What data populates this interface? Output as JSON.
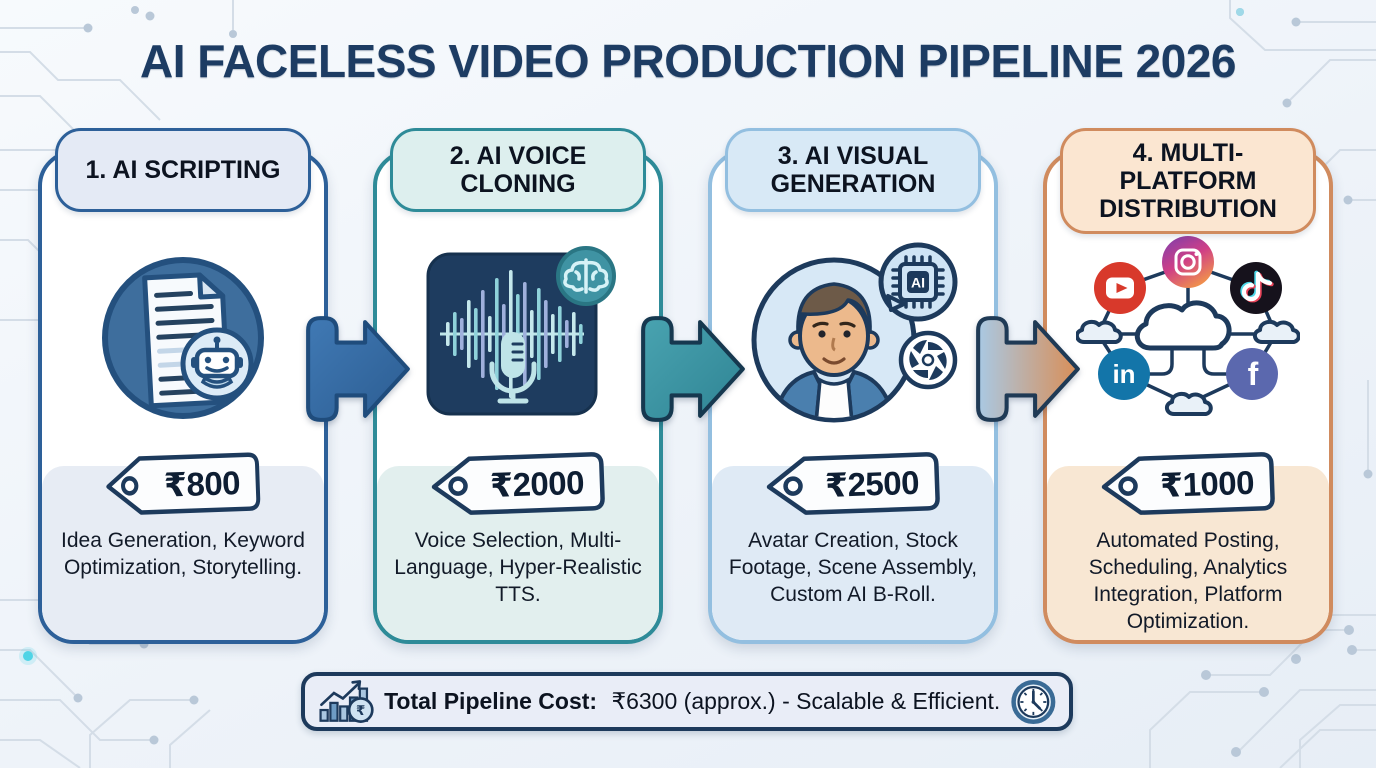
{
  "title": "AI FACELESS VIDEO PRODUCTION PIPELINE 2026",
  "stages": [
    {
      "header": "1. AI SCRIPTING",
      "price": "₹800",
      "description": "Idea Generation, Keyword Optimization, Storytelling.",
      "icon": "document-robot-icon",
      "accent_color": "#2d6099",
      "header_fill": "#e4eaf5",
      "panel_fill": "#e7ecf4"
    },
    {
      "header": "2. AI VOICE CLONING",
      "price": "₹2000",
      "description": "Voice Selection, Multi-Language, Hyper-Realistic TTS.",
      "icon": "voice-waveform-mic-icon",
      "accent_color": "#2e8b98",
      "header_fill": "#ddefee",
      "panel_fill": "#e2efee"
    },
    {
      "header": "3. AI VISUAL GENERATION",
      "price": "₹2500",
      "description": "Avatar Creation, Stock Footage, Scene Assembly, Custom AI B-Roll.",
      "icon": "ai-avatar-icon",
      "accent_color": "#93bfe0",
      "header_fill": "#d8e9f6",
      "panel_fill": "#dfeaf5"
    },
    {
      "header": "4. MULTI-PLATFORM DISTRIBUTION",
      "price": "₹1000",
      "description": "Automated Posting, Scheduling, Analytics Integration, Platform Optimization.",
      "icon": "social-network-cloud-icon",
      "accent_color": "#d08b5e",
      "header_fill": "#fbe6d1",
      "panel_fill": "#f8e7d3"
    }
  ],
  "icon_labels": {
    "ai_chip": "AI",
    "linkedin": "in",
    "facebook": "f",
    "rupee_coin": "₹"
  },
  "footer": {
    "label_bold": "Total Pipeline Cost:",
    "label_rest": "₹6300 (approx.) - Scalable & Efficient.",
    "left_icon": "growth-chart-rupee-icon",
    "right_icon": "clock-icon"
  },
  "colors": {
    "background": "#eef3f9",
    "title": "#1d3c63",
    "navy_outline": "#1d3a5c",
    "arrow1_fill": "#3572ad",
    "arrow2_fill": "#3b96a4",
    "arrow3_fill_start": "#a9c9e4",
    "arrow3_fill_end": "#d98e57",
    "youtube_red": "#d8392b",
    "linkedin_blue": "#1375a9",
    "facebook_indigo": "#5b68ae",
    "tiktok_black": "#16121c"
  }
}
